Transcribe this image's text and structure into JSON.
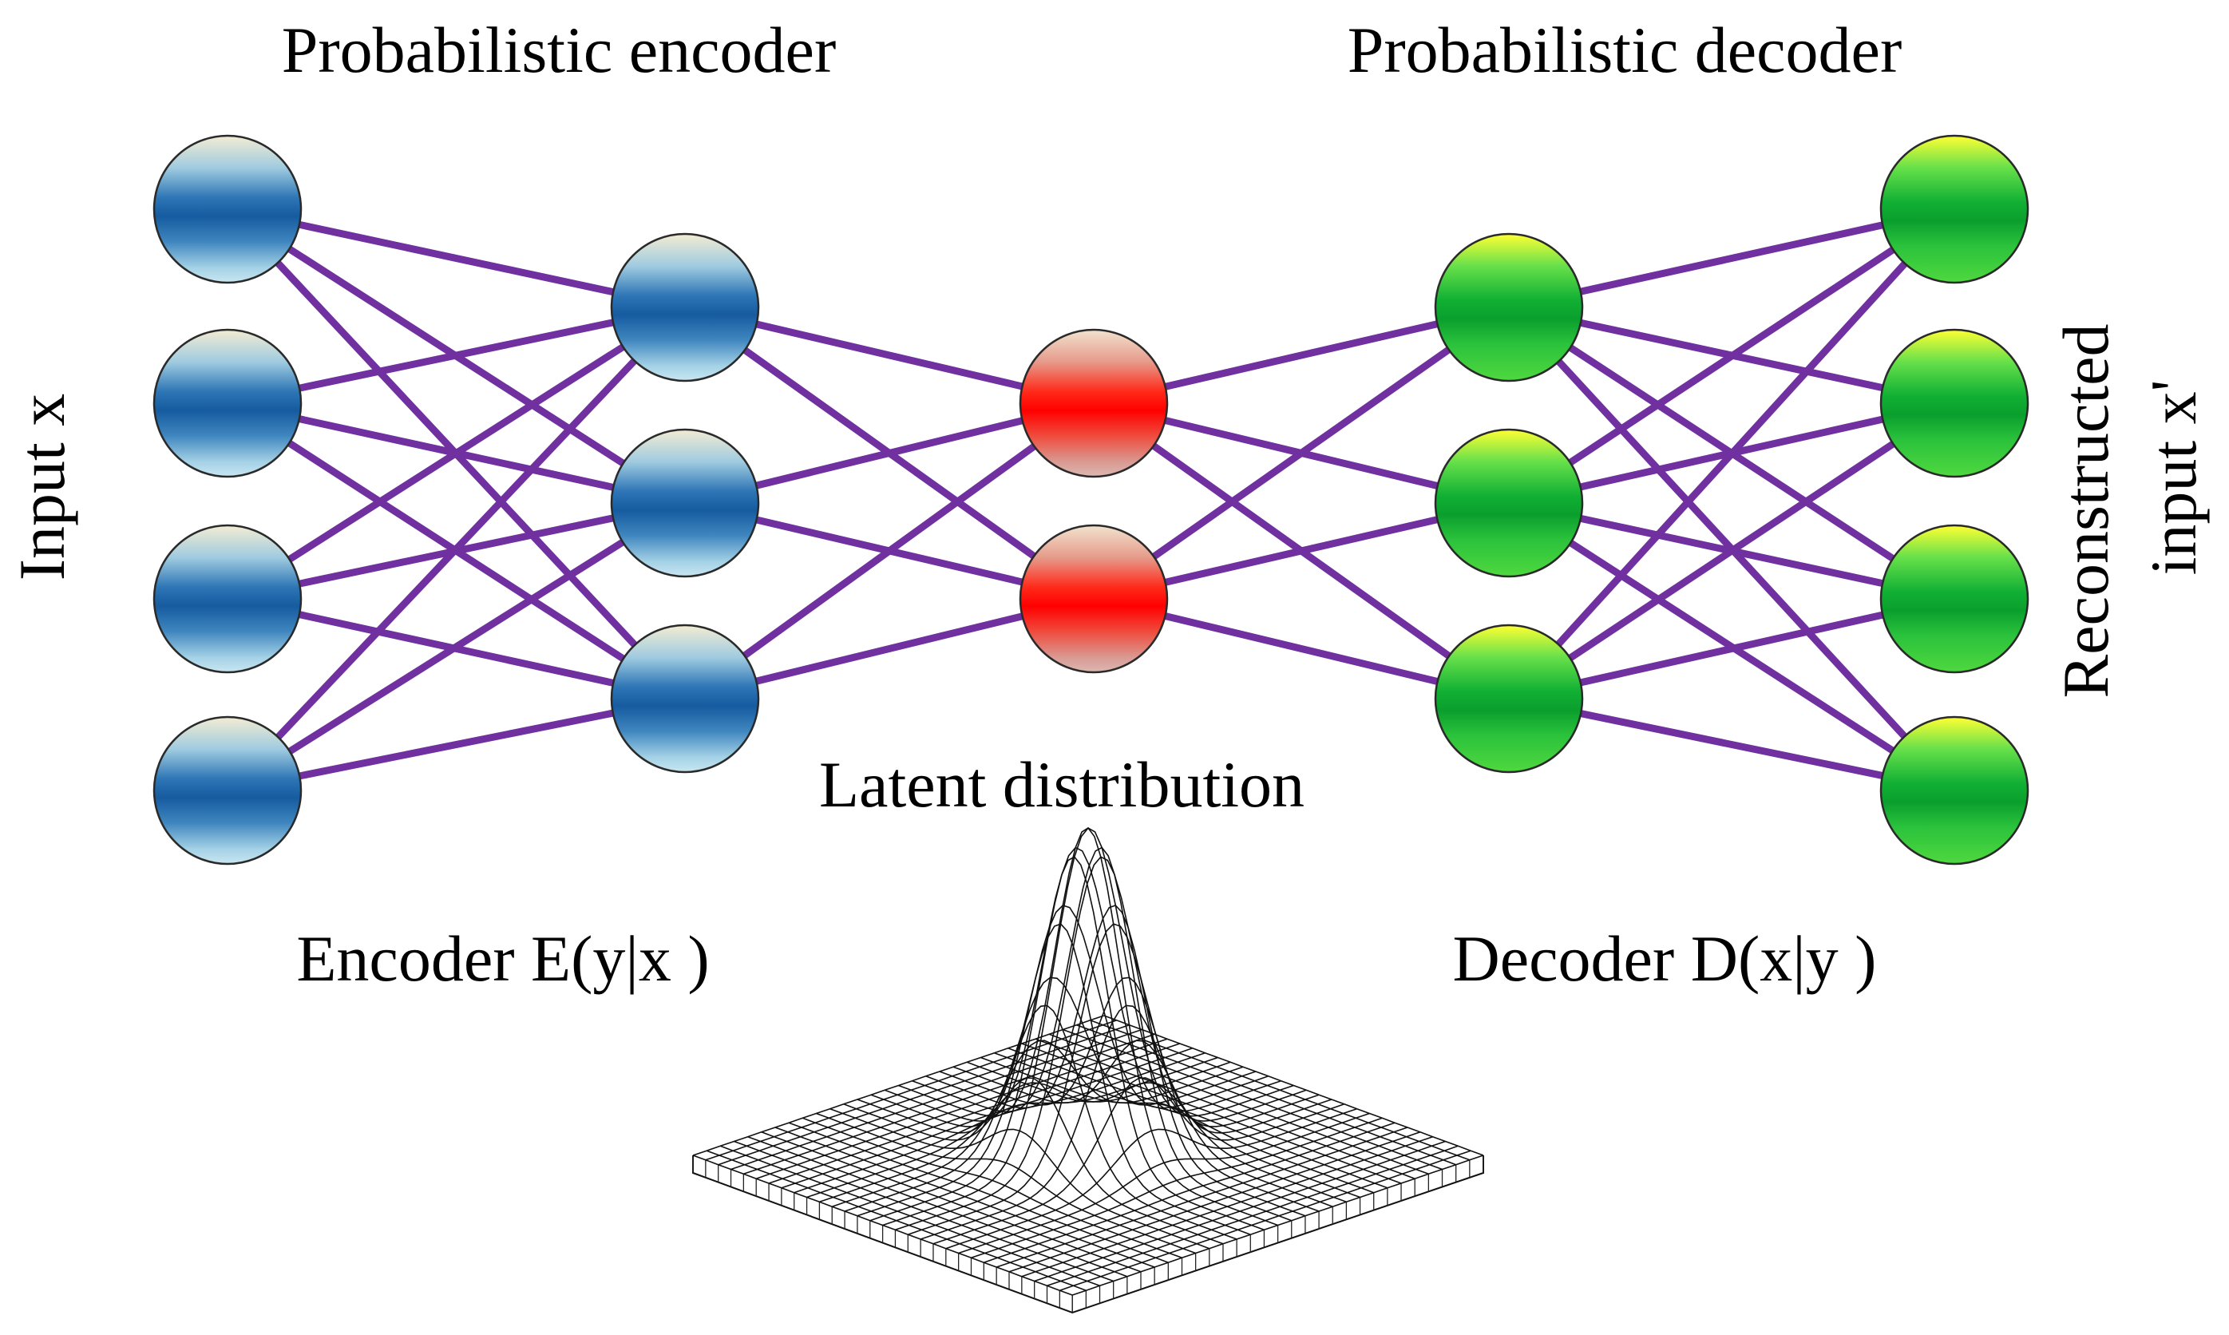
{
  "titles": {
    "encoder": "Probabilistic encoder",
    "decoder": "Probabilistic decoder"
  },
  "labels": {
    "input": "Input x",
    "reconstructed_line1": "Reconstructed",
    "reconstructed_line2": "input x'",
    "latent": "Latent distribution",
    "encoder_fn": "Encoder E(y|x )",
    "decoder_fn": "Decoder D(x|y )"
  },
  "network": {
    "layer_sizes": [
      4,
      3,
      2,
      3,
      4
    ],
    "layer_colors": [
      "blue",
      "blue",
      "red",
      "green",
      "green"
    ]
  },
  "colors": {
    "connection": "#7030a0",
    "blue_node": "#1b62a8",
    "red_node": "#ff0000",
    "green_node": "#0aa830"
  }
}
